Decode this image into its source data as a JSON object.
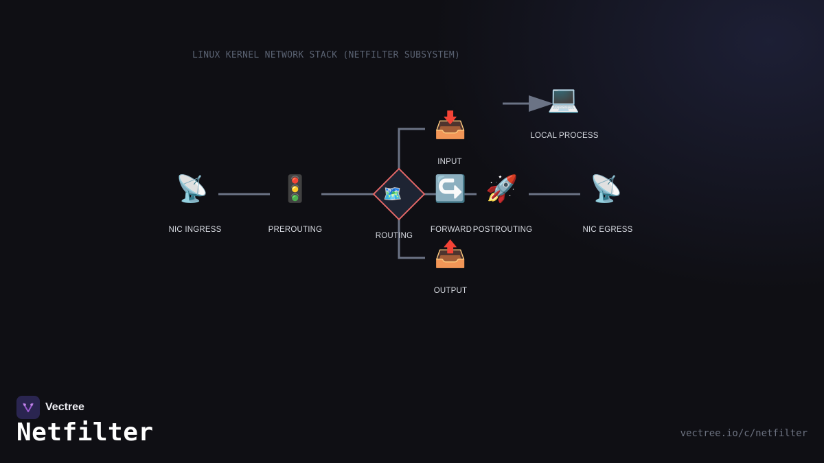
{
  "diagram": {
    "title": "LINUX KERNEL NETWORK STACK (NETFILTER SUBSYSTEM)",
    "nodes": {
      "nic_ingress": {
        "label": "NIC INGRESS",
        "icon": "satellite-antenna-icon",
        "glyph": "📡"
      },
      "prerouting": {
        "label": "PREROUTING",
        "icon": "traffic-light-icon",
        "glyph": "🚦"
      },
      "routing": {
        "label": "ROUTING",
        "icon": "map-icon",
        "glyph": "🗺️"
      },
      "input": {
        "label": "INPUT",
        "icon": "inbox-tray-icon",
        "glyph": "📥"
      },
      "local_process": {
        "label": "LOCAL PROCESS",
        "icon": "laptop-icon",
        "glyph": "💻"
      },
      "forward": {
        "label": "FORWARD",
        "icon": "right-arrow-curving-left-icon",
        "glyph": "↪️"
      },
      "postrouting": {
        "label": "POSTROUTING",
        "icon": "rocket-icon",
        "glyph": "🚀"
      },
      "nic_egress": {
        "label": "NIC EGRESS",
        "icon": "satellite-antenna-icon",
        "glyph": "📡"
      },
      "output": {
        "label": "OUTPUT",
        "icon": "outbox-tray-icon",
        "glyph": "📤"
      }
    },
    "colors": {
      "edge": "#6b7385",
      "decision_stroke": "#e06666",
      "decision_fill": "#1e2433"
    }
  },
  "brand": {
    "name": "Vectree",
    "logo_color": "#9b59d0"
  },
  "page": {
    "title": "Netfilter",
    "url": "vectree.io/c/netfilter"
  }
}
